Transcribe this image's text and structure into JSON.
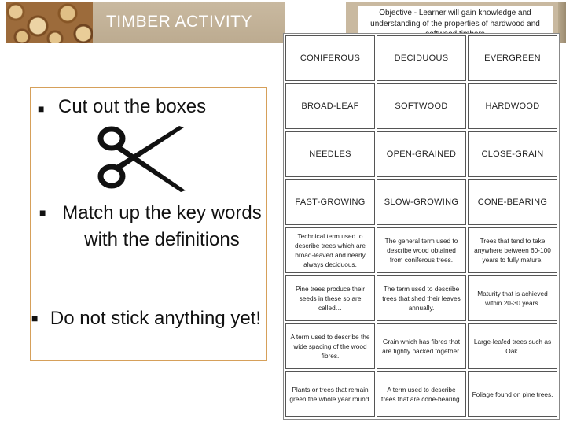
{
  "header": {
    "title": "TIMBER ACTIVITY"
  },
  "objective": "Objective - Learner will gain knowledge and understanding of the properties of hardwood and softwood timbers",
  "instructions": [
    "Cut out the boxes",
    "Match up the key words with the definitions",
    "Do not stick anything yet!"
  ],
  "keywords": [
    [
      "CONIFEROUS",
      "DECIDUOUS",
      "EVERGREEN"
    ],
    [
      "BROAD-LEAF",
      "SOFTWOOD",
      "HARDWOOD"
    ],
    [
      "NEEDLES",
      "OPEN-GRAINED",
      "CLOSE-GRAIN"
    ],
    [
      "FAST-GROWING",
      "SLOW-GROWING",
      "CONE-BEARING"
    ]
  ],
  "definitions": [
    [
      "Technical term used to describe trees which are broad-leaved and nearly always deciduous.",
      "The general term used to describe wood obtained from coniferous trees.",
      "Trees that tend to take anywhere between 60-100 years to fully mature."
    ],
    [
      "Pine trees produce their seeds in these so are called…",
      "The term used to describe trees that shed their leaves annually.",
      "Maturity that is achieved within 20-30 years."
    ],
    [
      "A term used to describe the wide spacing of the wood fibres.",
      "Grain which has fibres that are tightly packed together.",
      "Large-leafed trees such as Oak."
    ],
    [
      "Plants or trees that remain green the whole year round.",
      "A term used to describe trees that are cone-bearing.",
      "Foliage found on pine trees."
    ]
  ]
}
